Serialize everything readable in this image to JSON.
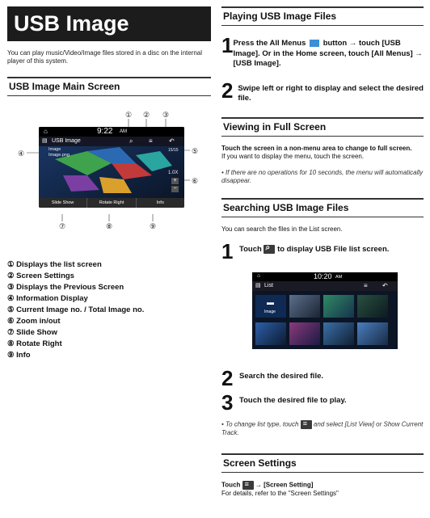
{
  "left": {
    "title": "USB Image",
    "intro": "You can play music/Video/Image files stored in a disc on the internal player of this system.",
    "main_screen_heading": "USB Image Main Screen",
    "screen": {
      "time": "9:22",
      "ampm": "AM",
      "header_title": "USB Image",
      "row1": "Image",
      "row2": "Image.png",
      "counter": "15/15",
      "zoom": "1.0X",
      "buttons": [
        "Slide Show",
        "Rotate Right",
        "Info"
      ]
    },
    "callouts_top": [
      "①",
      "②",
      "③"
    ],
    "callouts_side": [
      "④",
      "⑤",
      "⑥"
    ],
    "callouts_bottom": [
      "⑦",
      "⑧",
      "⑨"
    ],
    "legend": [
      "① Displays the list screen",
      "② Screen Settings",
      "③ Displays the Previous Screen",
      "④ Information Display",
      "⑤ Current Image no. / Total Image no.",
      "⑥ Zoom in/out",
      "⑦ Slide Show",
      "⑧ Rotate Right",
      "⑨ Info"
    ]
  },
  "right": {
    "playing_heading": "Playing USB Image Files",
    "step1_num": "1",
    "step1_a": "Press the All Menus",
    "step1_b": "button → touch [USB Image]. Or in the Home screen, touch [All Menus] → [USB Image].",
    "step2_num": "2",
    "step2_text": "Swipe left or right to display and select the desired file.",
    "fullscreen_heading": "Viewing in Full Screen",
    "fullscreen_bold": "Touch the screen in a non-menu area to change to full screen.",
    "fullscreen_text": "If you want to display the menu, touch the screen.",
    "fullscreen_note": "• If there are no operations for 10 seconds, the menu will automatically disappear.",
    "search_heading": "Searching USB Image Files",
    "search_intro": "You can search the files in the List screen.",
    "s1_num": "1",
    "s1_a": "Touch",
    "s1_b": "to display USB File list screen.",
    "list_screen": {
      "time": "10:20",
      "ampm": "AM",
      "title": "List",
      "first_tile": "Image"
    },
    "s2_num": "2",
    "s2_text": "Search the desired file.",
    "s3_num": "3",
    "s3_text": "Touch the desired file to play.",
    "list_note_a": "• To change list type, touch",
    "list_note_b": "and select [List View] or Show Current Track.",
    "settings_heading": "Screen Settings",
    "settings_a": "Touch",
    "settings_b": "→ [Screen Setting]",
    "settings_c": "For details, refer to the \"Screen Settings\""
  }
}
